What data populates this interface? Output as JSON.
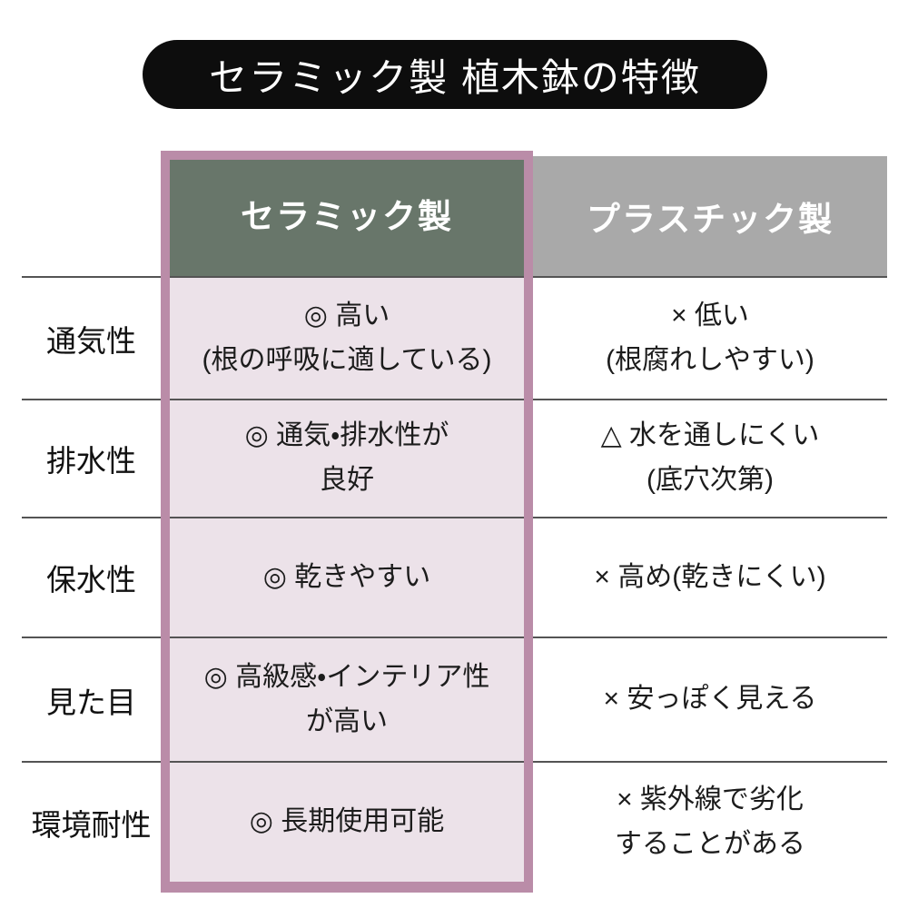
{
  "title": "セラミック製 植木鉢の特徴",
  "table": {
    "columns": {
      "ceramic": "セラミック製",
      "plastic": "プラスチック製"
    },
    "rows": [
      {
        "label": "通気性",
        "ceramic": [
          "◎ 高い",
          "(根の呼吸に適している)"
        ],
        "plastic": [
          "× 低い",
          "(根腐れしやすい)"
        ]
      },
      {
        "label": "排水性",
        "ceramic": [
          "◎ 通気・排水性が",
          "良好"
        ],
        "plastic": [
          "△ 水を通しにくい",
          "(底穴次第)"
        ]
      },
      {
        "label": "保水性",
        "ceramic": [
          "◎ 乾きやすい"
        ],
        "plastic": [
          "× 高め(乾きにくい)"
        ]
      },
      {
        "label": "見た目",
        "ceramic": [
          "◎ 高級感・インテリア性",
          "が高い"
        ],
        "plastic": [
          "× 安っぽく見える"
        ]
      },
      {
        "label": "環境耐性",
        "ceramic": [
          "◎ 長期使用可能"
        ],
        "plastic": [
          "× 紫外線で劣化",
          "することがある"
        ]
      }
    ]
  },
  "colors": {
    "accent": "#ba8ca8",
    "ceramic_header_bg": "#68766a",
    "plastic_header_bg": "#a9a9a9",
    "ceramic_cell_bg": "#ece2e9",
    "title_bg": "#0d0d0d",
    "row_line": "#545454",
    "text": "#1c1c1c"
  }
}
